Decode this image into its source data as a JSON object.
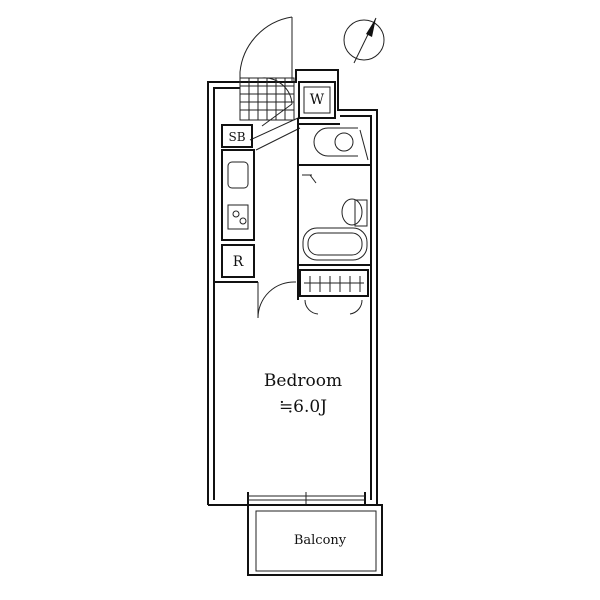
{
  "labels": {
    "washer": "W",
    "shoe_box": "SB",
    "refrigerator": "R",
    "bedroom": "Bedroom",
    "bedroom_size": "≒6.0J",
    "balcony": "Balcony"
  }
}
